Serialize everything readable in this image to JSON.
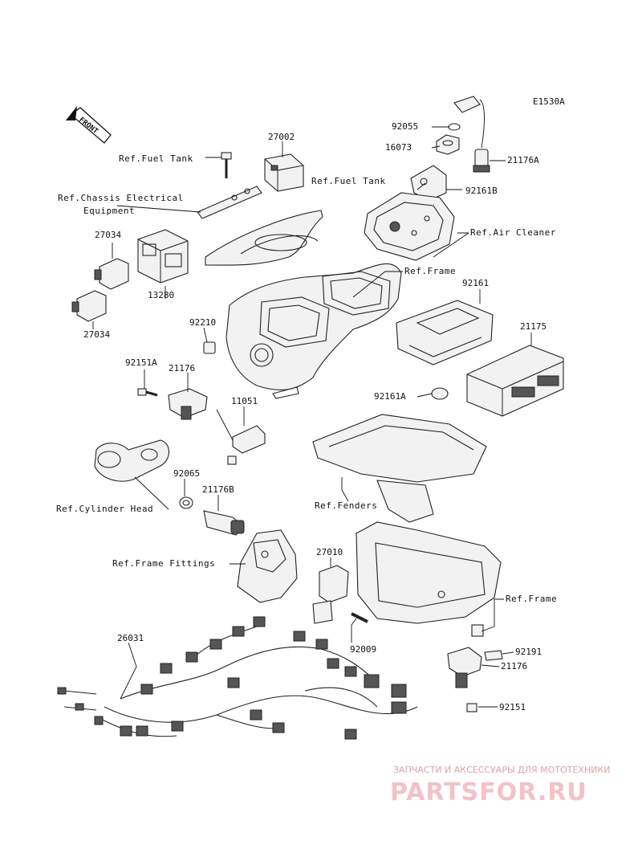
{
  "diagram_id": "E1530A",
  "front_label": "FRONT",
  "part_numbers": {
    "p27002": "27002",
    "p27034a": "27034",
    "p27034b": "27034",
    "p13280": "13280",
    "p92055": "92055",
    "p16073": "16073",
    "p21176A": "21176A",
    "p92161B": "92161B",
    "p92161": "92161",
    "p21175": "21175",
    "p92161A": "92161A",
    "p92210": "92210",
    "p92151A": "92151A",
    "p21176a": "21176",
    "p11051": "11051",
    "p92065": "92065",
    "p21176B": "21176B",
    "p27010": "27010",
    "p26031": "26031",
    "p92009": "92009",
    "p92191": "92191",
    "p21176b": "21176",
    "p92151": "92151"
  },
  "references": {
    "fuel_tank_1": "Ref.Fuel Tank",
    "chassis_electrical_1": "Ref.Chassis Electrical",
    "chassis_electrical_2": "Equipment",
    "fuel_tank_2": "Ref.Fuel Tank",
    "air_cleaner": "Ref.Air Cleaner",
    "frame_1": "Ref.Frame",
    "cylinder_head": "Ref.Cylinder Head",
    "fenders": "Ref.Fenders",
    "frame_fittings": "Ref.Frame Fittings",
    "frame_2": "Ref.Frame"
  },
  "watermark": {
    "subtitle": "ЗАПЧАСТИ И АКСЕССУАРЫ ДЛЯ МОТОТЕХНИКИ",
    "brand": "PARTSFOR.RU"
  }
}
